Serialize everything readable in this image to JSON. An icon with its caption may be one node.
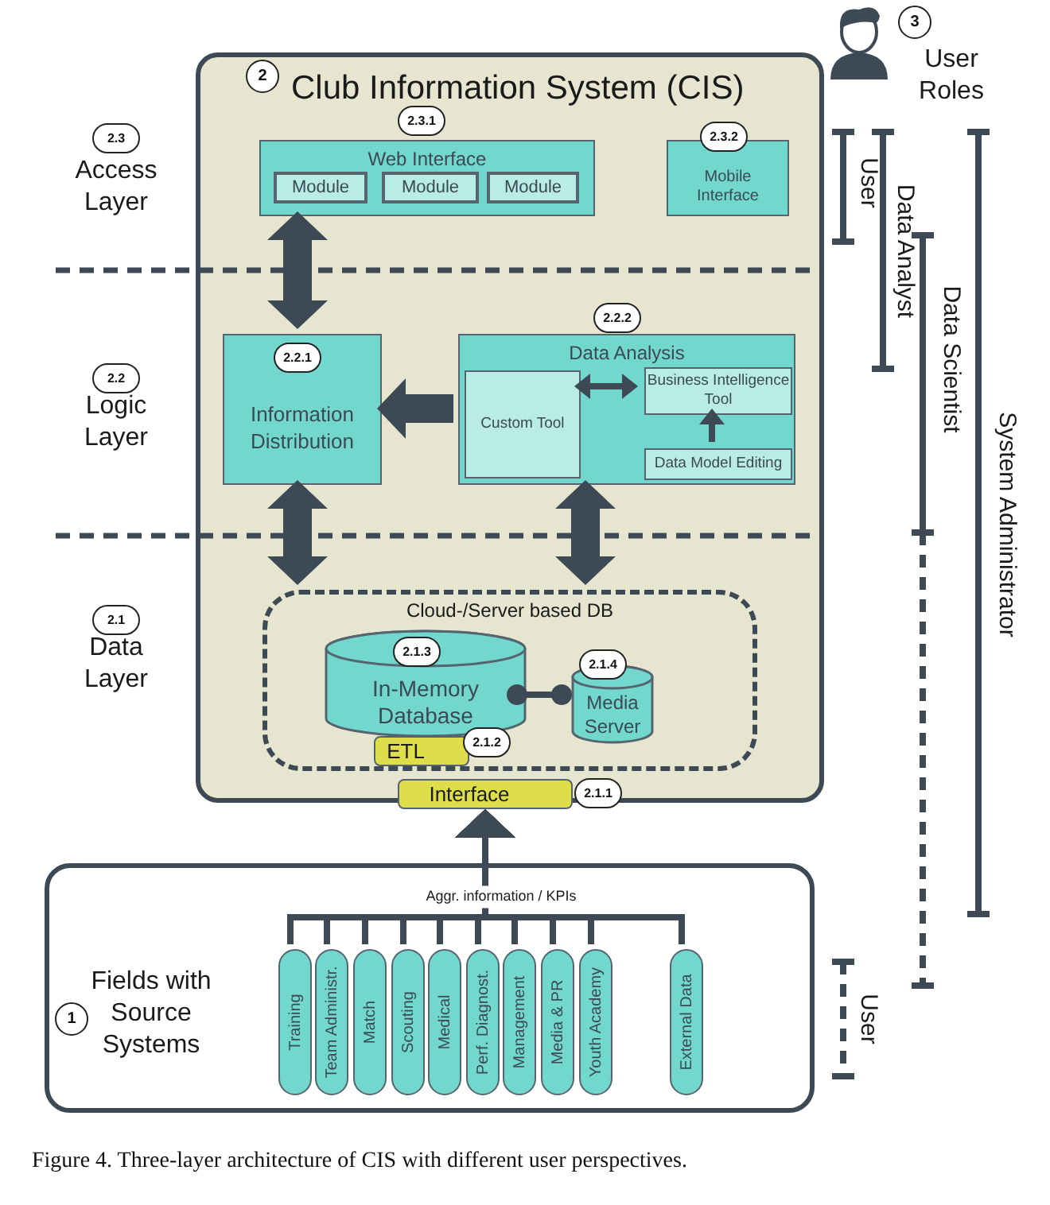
{
  "diagram": {
    "caption": "Figure 4. Three-layer architecture of CIS with different user perspectives.",
    "nodes": [
      {
        "text": [
          "Club Information System (CIS)"
        ]
      },
      {
        "text": [
          "Web Interface"
        ],
        "in": 0
      },
      {
        "text": [
          "Module"
        ],
        "in": 1
      },
      {
        "text": [
          "Module"
        ],
        "in": 1
      },
      {
        "text": [
          "Module"
        ],
        "in": 1
      },
      {
        "text": [
          "Mobile Interface"
        ],
        "in": 0
      },
      {
        "text": [
          "Information Distribution"
        ],
        "in": 0
      },
      {
        "text": [
          "Data Analysis"
        ],
        "in": 0
      },
      {
        "text": [
          "Custom Tool"
        ],
        "in": 7
      },
      {
        "text": [
          "Business Intelligence Tool"
        ],
        "in": 7
      },
      {
        "text": [
          "Data Model Editing"
        ],
        "in": 7
      },
      {
        "text": [
          "Cloud-/Server based DB"
        ],
        "in": 0
      },
      {
        "text": [
          "In-Memory Database"
        ],
        "in": 11
      },
      {
        "text": [
          "Media Server"
        ],
        "in": 11
      },
      {
        "text": [
          "ETL"
        ],
        "in": 11
      },
      {
        "text": [
          "Interface"
        ]
      },
      {
        "text": [
          "Fields with Source Systems"
        ]
      },
      {
        "text": [
          "Training"
        ],
        "in": 16
      },
      {
        "text": [
          "Team Administr."
        ],
        "in": 16
      },
      {
        "text": [
          "Match"
        ],
        "in": 16
      },
      {
        "text": [
          "Scouting"
        ],
        "in": 16
      },
      {
        "text": [
          "Medical"
        ],
        "in": 16
      },
      {
        "text": [
          "Perf. Diagnost."
        ],
        "in": 16
      },
      {
        "text": [
          "Management"
        ],
        "in": 16
      },
      {
        "text": [
          "Media & PR"
        ],
        "in": 16
      },
      {
        "text": [
          "Youth Academy"
        ],
        "in": 16
      },
      {
        "text": [
          "External Data"
        ],
        "in": 16
      }
    ],
    "edges": [
      {
        "from": 1,
        "to": 6,
        "arrow": "both",
        "style": "thick"
      },
      {
        "from": 7,
        "to": 6,
        "arrow": "to",
        "style": "thick"
      },
      {
        "from": 8,
        "to": 9,
        "arrow": "both"
      },
      {
        "from": 10,
        "to": 9,
        "arrow": "to"
      },
      {
        "from": 6,
        "to": 11,
        "arrow": "both",
        "style": "thick"
      },
      {
        "from": 7,
        "to": 11,
        "arrow": "both",
        "style": "thick"
      },
      {
        "from": 12,
        "to": 13,
        "arrow": "other"
      },
      {
        "from": 17,
        "to": 15,
        "arrow": "to"
      },
      {
        "from": 18,
        "to": 15,
        "arrow": "to"
      },
      {
        "from": 19,
        "to": 15,
        "arrow": "to"
      },
      {
        "from": 20,
        "to": 15,
        "arrow": "to"
      },
      {
        "from": 21,
        "to": 15,
        "arrow": "to"
      },
      {
        "from": 22,
        "to": 15,
        "arrow": "to"
      },
      {
        "from": 23,
        "to": 15,
        "arrow": "to"
      },
      {
        "from": 24,
        "to": 15,
        "arrow": "to"
      },
      {
        "from": 25,
        "to": 15,
        "arrow": "to"
      },
      {
        "from": 26,
        "to": 15,
        "arrow": "to"
      }
    ],
    "labels": [
      "3",
      "User Roles",
      "2",
      "2.3",
      "Access Layer",
      "2.3.1",
      "2.3.2",
      "User",
      "Data Analyst",
      "2.2.2",
      "2.2.1",
      "2.2",
      "Logic Layer",
      "Data Scientist",
      "System Administrator",
      "2.1",
      "Data Layer",
      "2.1.3",
      "2.1.4",
      "2.1.2",
      "2.1.1",
      "Aggr. information / KPIs",
      "1",
      "User"
    ]
  }
}
